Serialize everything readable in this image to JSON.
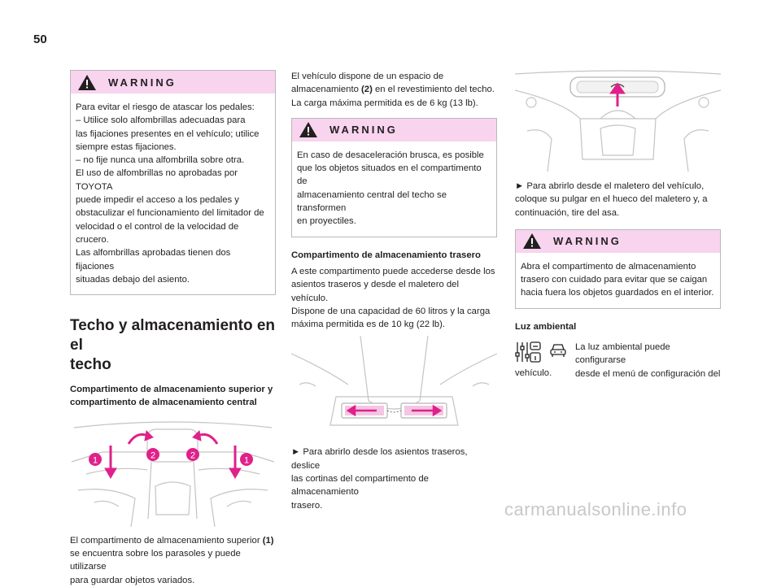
{
  "page_number": "50",
  "col1": {
    "warning": {
      "title": "WARNING",
      "body": [
        "Para evitar el riesgo de atascar los pedales:",
        "– Utilice solo alfombrillas adecuadas para",
        "las fijaciones presentes en el vehículo; utilice",
        "siempre estas fijaciones.",
        "– no fije nunca una alfombrilla sobre otra.",
        "El uso de alfombrillas no aprobadas por TOYOTA",
        "puede impedir el acceso a los pedales y",
        "obstaculizar el funcionamiento del limitador de",
        "velocidad o el control de la velocidad de crucero.",
        "Las alfombrillas aprobadas tienen dos fijaciones",
        "situadas debajo del asiento."
      ]
    },
    "section_title_line1": "Techo y almacenamiento en el",
    "section_title_line2": "techo",
    "subheading_line1": "Compartimento de almacenamiento superior y",
    "subheading_line2": "compartimento de almacenamiento central",
    "figure_callouts": [
      "1",
      "2",
      "2",
      "1"
    ],
    "caption_line1_pre": "El compartimento de almacenamiento superior ",
    "caption_line1_bold": "(1)",
    "caption_line2": "se encuentra sobre los parasoles y puede utilizarse",
    "caption_line3": "para guardar objetos variados."
  },
  "col2": {
    "intro_line1": "El vehículo dispone de un espacio de",
    "intro_line2_pre": "almacenamiento ",
    "intro_line2_bold": "(2)",
    "intro_line2_post": " en el revestimiento del techo.",
    "intro_line3": "La carga máxima permitida es de 6 kg (13 lb).",
    "warning": {
      "title": "WARNING",
      "body": [
        "En caso de desaceleración brusca, es posible",
        "que los objetos situados en el compartimento de",
        "almacenamiento central del techo se transformen",
        "en proyectiles."
      ]
    },
    "subheading": "Compartimento de almacenamiento trasero",
    "para": [
      "A este compartimento puede accederse desde los",
      "asientos traseros y desde el maletero del vehículo.",
      "Dispone de una capacidad de 60 litros y la carga",
      "máxima permitida es de 10 kg (22 lb)."
    ],
    "caption": [
      "► Para abrirlo desde los asientos traseros, deslice",
      "las cortinas del compartimento de almacenamiento",
      "trasero."
    ]
  },
  "col3": {
    "caption": [
      "► Para abrirlo desde el maletero del vehículo,",
      "coloque su pulgar en el hueco del maletero y, a",
      "continuación, tire del asa."
    ],
    "warning": {
      "title": "WARNING",
      "body": [
        "Abra el compartimento de almacenamiento",
        "trasero con cuidado para evitar que se caigan",
        "hacia fuera los objetos guardados en el interior."
      ]
    },
    "subheading": "Luz ambiental",
    "ambient_line1": "La luz ambiental puede configurarse",
    "ambient_line2": "desde el menú de configuración del",
    "ambient_line3": "vehículo."
  },
  "watermark": "carmanualsonline.info",
  "colors": {
    "warning_header": "#f8d4ef",
    "callout": "#e0218a",
    "text": "#231f20"
  }
}
